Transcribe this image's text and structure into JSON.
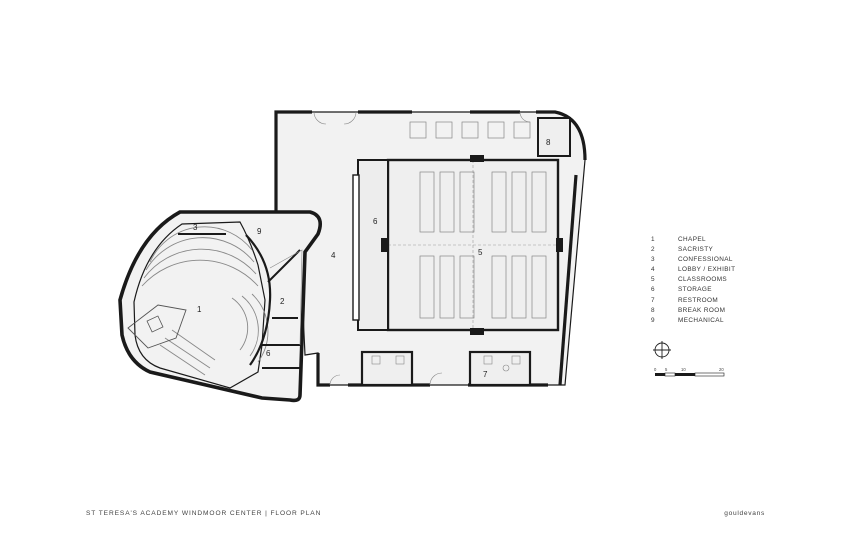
{
  "legend": {
    "items": [
      {
        "number": "1",
        "label": "CHAPEL"
      },
      {
        "number": "2",
        "label": "SACRISTY"
      },
      {
        "number": "3",
        "label": "CONFESSIONAL"
      },
      {
        "number": "4",
        "label": "LOBBY / EXHIBIT"
      },
      {
        "number": "5",
        "label": "CLASSROOMS"
      },
      {
        "number": "6",
        "label": "STORAGE"
      },
      {
        "number": "7",
        "label": "RESTROOM"
      },
      {
        "number": "8",
        "label": "BREAK ROOM"
      },
      {
        "number": "9",
        "label": "MECHANICAL"
      }
    ]
  },
  "rooms": {
    "chapel": "1",
    "sacristy": "2",
    "confessional": "3",
    "lobby": "4",
    "classrooms": "5",
    "storage_main": "6",
    "storage_chapel": "6",
    "restroom": "7",
    "break_room": "8",
    "mechanical": "9"
  },
  "scale_bar": {
    "labels": [
      "0",
      "5",
      "10",
      "20"
    ]
  },
  "footer": {
    "title": "ST TERESA'S ACADEMY WINDMOOR CENTER | FLOOR PLAN",
    "brand": "gouldevans"
  },
  "colors": {
    "wall": "#1a1a1a",
    "floor": "#f2f2f2",
    "line": "#777777"
  },
  "icons": {
    "north_arrow": "north-arrow-icon"
  }
}
